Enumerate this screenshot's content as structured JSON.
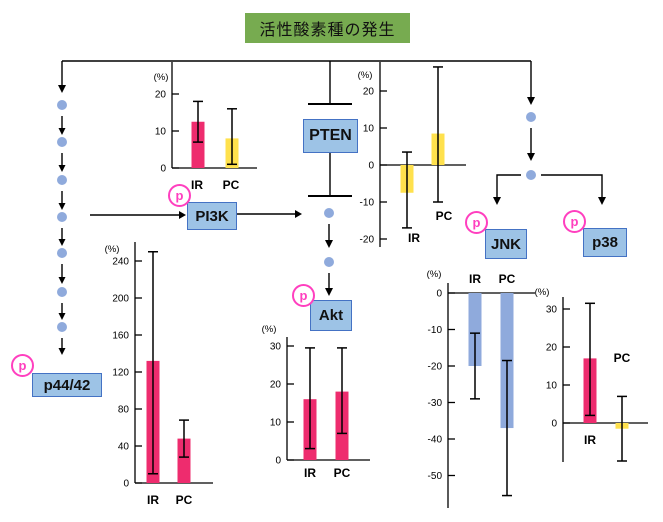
{
  "title": "活性酸素種の発生",
  "phospho_label": "p",
  "nodes": {
    "pi3k": "PI3K",
    "pten": "PTEN",
    "akt": "Akt",
    "jnk": "JNK",
    "p38": "p38",
    "p44_42": "p44/42"
  },
  "colors": {
    "bar_pink": "#ee2c6e",
    "bar_yellow": "#ffe14d",
    "bar_blue": "#8faadc",
    "signal_dot": "#8faadc",
    "node_fill": "#9dc3e6",
    "node_border": "#4472c4",
    "title_bg": "#77ab50",
    "phospho_pink": "#ff3fbf",
    "line": "#000000"
  },
  "chart_data": [
    {
      "id": "pi3k",
      "type": "bar",
      "title": "",
      "ylabel": "(%)",
      "categories": [
        "IR",
        "PC"
      ],
      "values": [
        12.5,
        8
      ],
      "err_low": [
        7,
        1
      ],
      "err_high": [
        18,
        16
      ],
      "ticks": [
        0,
        10,
        20
      ],
      "ylim": [
        0,
        24
      ],
      "grid": false,
      "legend": "none",
      "colors": [
        "#ee2c6e",
        "#ffe14d"
      ]
    },
    {
      "id": "pten",
      "type": "bar",
      "title": "",
      "ylabel": "(%)",
      "categories": [
        "IR",
        "PC"
      ],
      "values": [
        -7.5,
        8.5
      ],
      "err_low": [
        -17,
        -10
      ],
      "err_high": [
        3.5,
        26.5
      ],
      "ticks": [
        -20,
        -10,
        0,
        10,
        20
      ],
      "ylim": [
        -22,
        27
      ],
      "grid": false,
      "legend": "none",
      "colors": [
        "#ffe14d",
        "#ffe14d"
      ]
    },
    {
      "id": "p44_42",
      "type": "bar",
      "title": "",
      "ylabel": "(%)",
      "categories": [
        "IR",
        "PC"
      ],
      "values": [
        132,
        48
      ],
      "err_low": [
        10,
        28
      ],
      "err_high": [
        250,
        68
      ],
      "ticks": [
        0,
        40,
        80,
        120,
        160,
        200,
        240
      ],
      "ylim": [
        0,
        255
      ],
      "grid": false,
      "legend": "none",
      "colors": [
        "#ee2c6e",
        "#ee2c6e"
      ]
    },
    {
      "id": "akt",
      "type": "bar",
      "title": "",
      "ylabel": "(%)",
      "categories": [
        "IR",
        "PC"
      ],
      "values": [
        16,
        18
      ],
      "err_low": [
        3,
        7
      ],
      "err_high": [
        29.5,
        29.5
      ],
      "ticks": [
        0,
        10,
        20,
        30
      ],
      "ylim": [
        0,
        32
      ],
      "grid": false,
      "legend": "none",
      "colors": [
        "#ee2c6e",
        "#ee2c6e"
      ]
    },
    {
      "id": "jnk",
      "type": "bar",
      "title": "",
      "ylabel": "(%)",
      "categories": [
        "IR",
        "PC"
      ],
      "values": [
        -20,
        -37
      ],
      "err_low": [
        -29,
        -55.5
      ],
      "err_high": [
        -11,
        -18.5
      ],
      "ticks": [
        0,
        -10,
        -20,
        -30,
        -40,
        -50
      ],
      "ylim": [
        -59,
        0
      ],
      "grid": false,
      "legend": "none",
      "colors": [
        "#8faadc",
        "#8faadc"
      ]
    },
    {
      "id": "p38",
      "type": "bar",
      "title": "",
      "ylabel": "(%)",
      "categories": [
        "IR",
        "PC"
      ],
      "values": [
        17,
        -1.5
      ],
      "err_low": [
        2,
        -10
      ],
      "err_high": [
        31.5,
        7
      ],
      "ticks": [
        0,
        10,
        20,
        30
      ],
      "ylim": [
        -13,
        33
      ],
      "grid": false,
      "legend": "none",
      "colors": [
        "#ee2c6e",
        "#ffe14d"
      ]
    }
  ]
}
